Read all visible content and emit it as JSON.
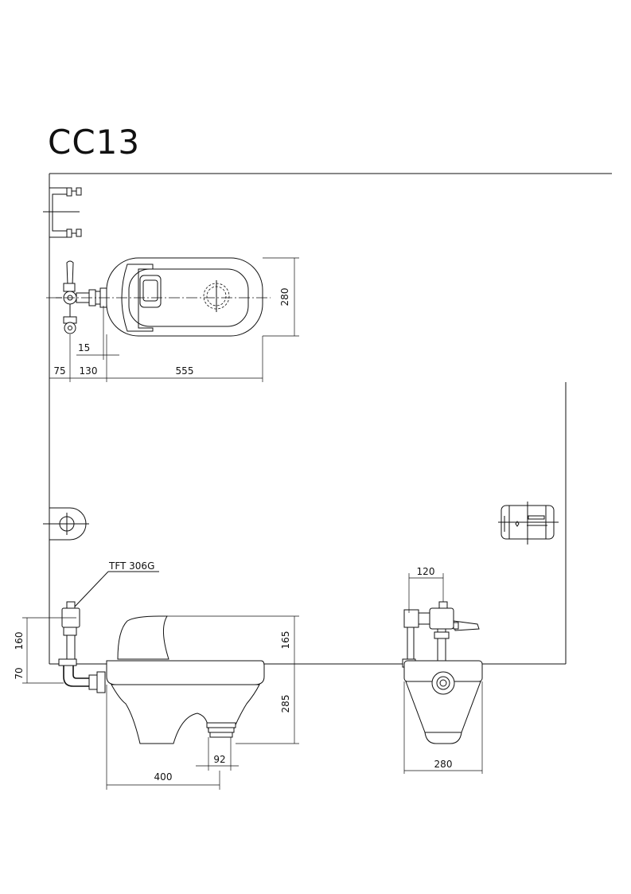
{
  "title": "CC13",
  "flush_valve_label": "TFT 306G",
  "dimensions": {
    "plan_bowl_width": "280",
    "plan_pipe_offset": "15",
    "plan_wall_to_valve": "75",
    "plan_valve_to_bowl": "130",
    "plan_bowl_length": "555",
    "side_valve_height": "160",
    "side_floor_pipe_depth": "70",
    "side_rim_height": "165",
    "side_below_floor_depth": "285",
    "side_outlet_width": "92",
    "side_outlet_from_wall": "400",
    "front_valve_offset": "120",
    "front_bowl_width": "280"
  }
}
